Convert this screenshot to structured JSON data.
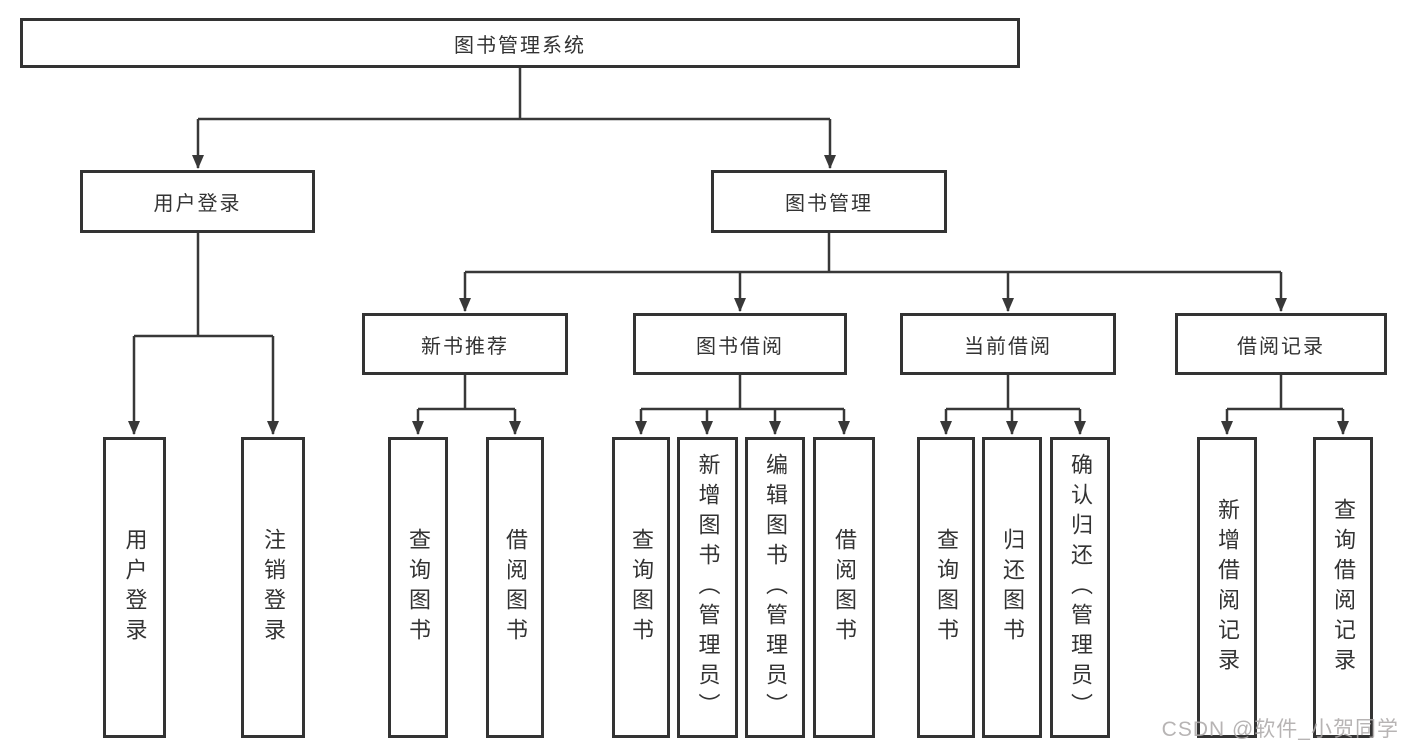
{
  "diagram_title": "图书管理系统",
  "tree": {
    "label": "图书管理系统",
    "children": [
      {
        "label": "用户登录",
        "children": [
          {
            "label": "用户登录"
          },
          {
            "label": "注销登录"
          }
        ]
      },
      {
        "label": "图书管理",
        "children": [
          {
            "label": "新书推荐",
            "children": [
              {
                "label": "查询图书"
              },
              {
                "label": "借阅图书"
              }
            ]
          },
          {
            "label": "图书借阅",
            "children": [
              {
                "label": "查询图书"
              },
              {
                "label": "新增图书（管理员）"
              },
              {
                "label": "编辑图书（管理员）"
              },
              {
                "label": "借阅图书"
              }
            ]
          },
          {
            "label": "当前借阅",
            "children": [
              {
                "label": "查询图书"
              },
              {
                "label": "归还图书"
              },
              {
                "label": "确认归还（管理员）"
              }
            ]
          },
          {
            "label": "借阅记录",
            "children": [
              {
                "label": "新增借阅记录"
              },
              {
                "label": "查询借阅记录"
              }
            ]
          }
        ]
      }
    ]
  },
  "colors": {
    "line": "#383838",
    "border": "#333333",
    "text": "#333333",
    "background": "#ffffff",
    "watermark": "#aaa7a7"
  },
  "watermark": "CSDN @软件_小贺同学"
}
